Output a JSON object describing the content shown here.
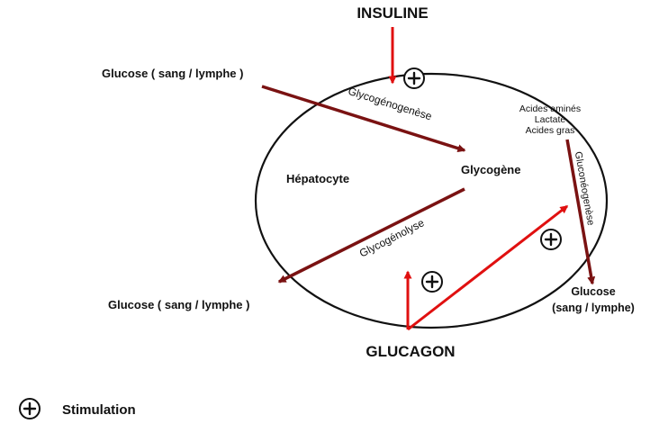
{
  "colors": {
    "insulin_pathway": "#7a1212",
    "glucagon_pathway": "#e01010",
    "outline": "#111111"
  },
  "labels": {
    "insuline": "INSULINE",
    "glucagon": "GLUCAGON",
    "glucose_in_top": "Glucose ( sang / lymphe )",
    "glucose_out_bottom": "Glucose ( sang / lymphe )",
    "glucose_right_line1": "Glucose",
    "glucose_right_line2": "(sang / lymphe)",
    "hepatocyte": "Hépatocyte",
    "glycogene": "Glycogène",
    "glycogenogenese": "Glycogénogenèse",
    "glycogenolyse": "Glycogénolyse",
    "gluconeogenese": "Gluconéogenèse",
    "acides_amines": "Acides aminés",
    "lactate": "Lactate",
    "acides_gras": "Acides gras",
    "stimulation": "Stimulation"
  },
  "icons": {
    "stimulation_symbol": "plus-circle-icon"
  }
}
